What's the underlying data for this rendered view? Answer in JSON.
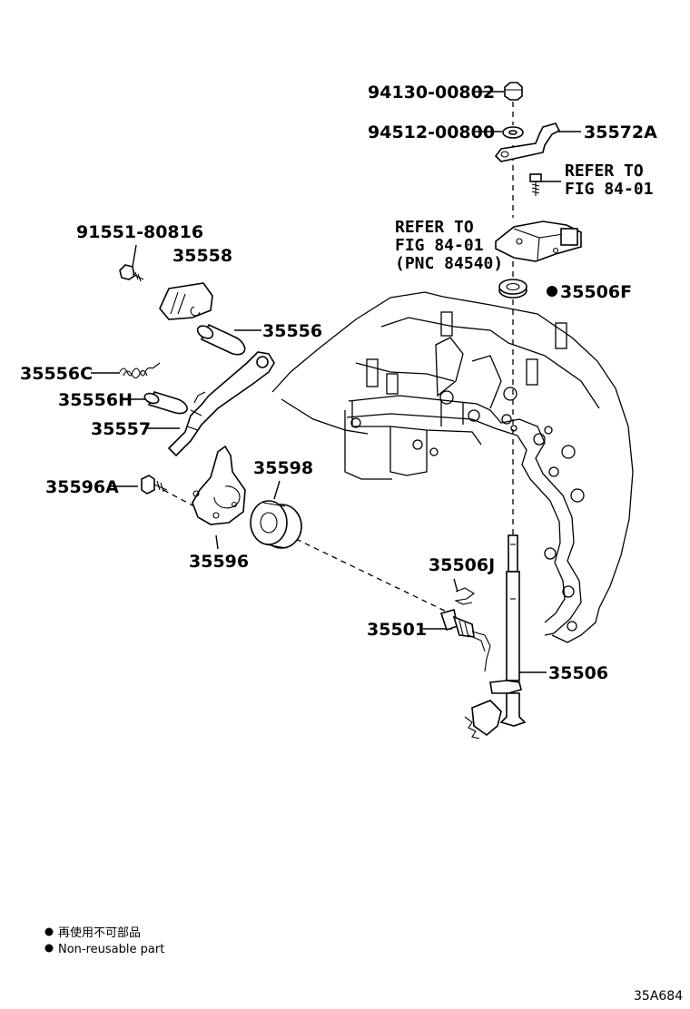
{
  "parts": {
    "p_94130": "94130-00802",
    "p_94512": "94512-00800",
    "p_35572A": "35572A",
    "refer_a1": "REFER TO",
    "refer_a2": "FIG 84-01",
    "refer_b1": "REFER TO",
    "refer_b2": "FIG 84-01",
    "refer_b3": "(PNC 84540)",
    "p_91551": "91551-80816",
    "p_35558": "35558",
    "p_35556": "35556",
    "p_35556C": "35556C",
    "p_35556H": "35556H",
    "p_35557": "35557",
    "p_35506F": "35506F",
    "p_35596A": "35596A",
    "p_35598": "35598",
    "p_35596": "35596",
    "p_35506J": "35506J",
    "p_35501": "35501",
    "p_35506": "35506"
  },
  "legend": {
    "jp": "再使用不可部品",
    "en": "Non-reusable part"
  },
  "figure_code": "35A684"
}
